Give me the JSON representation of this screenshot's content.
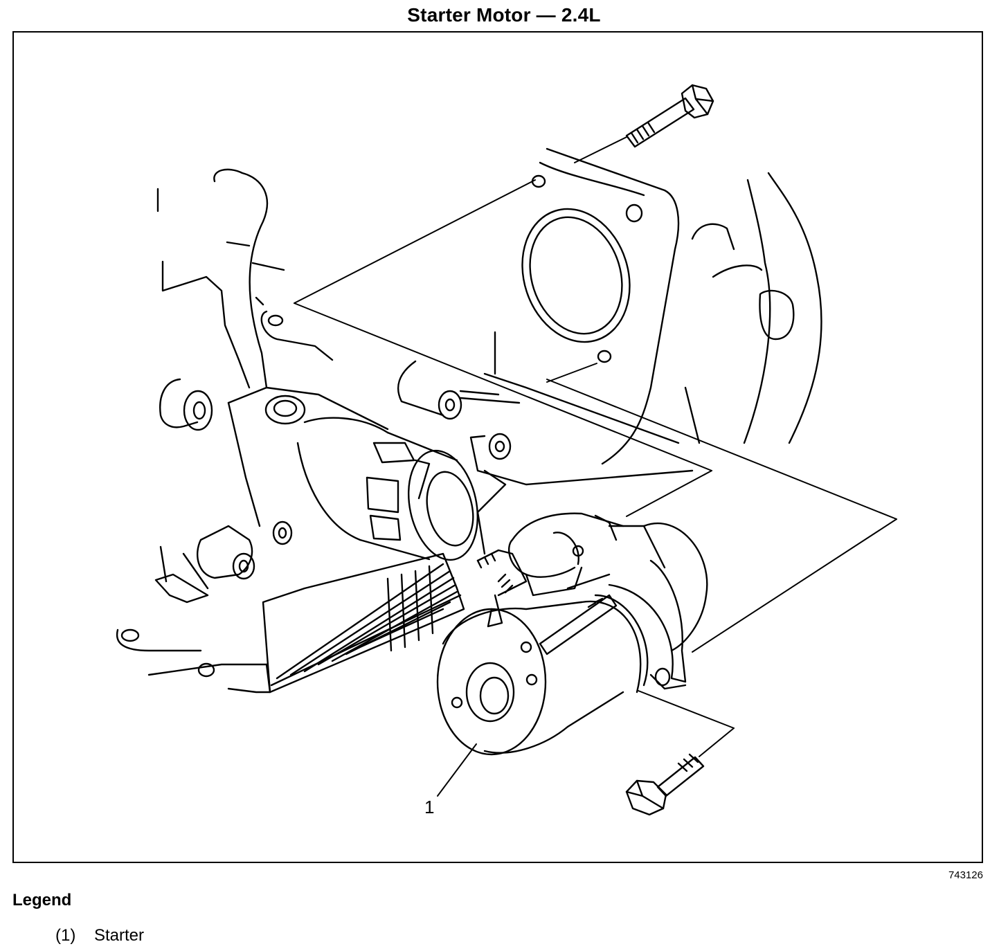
{
  "title": "Starter Motor — 2.4L",
  "figure_id": "743126",
  "callout": "1",
  "legend": {
    "heading": "Legend",
    "items": [
      {
        "number": "(1)",
        "label": "Starter"
      }
    ]
  }
}
